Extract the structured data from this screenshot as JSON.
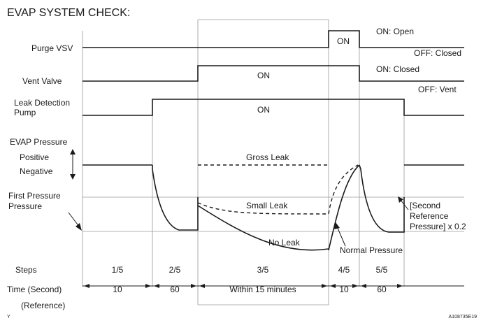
{
  "title": "EVAP SYSTEM CHECK:",
  "signals": {
    "purge_vsv": "Purge VSV",
    "vent_valve": "Vent Valve",
    "leak_pump_line1": "Leak Detection",
    "leak_pump_line2": "Pump",
    "evap_pressure": "EVAP Pressure",
    "positive": "Positive",
    "negative": "Negative",
    "first_pressure_line1": "First Pressure",
    "first_pressure_line2": "Pressure"
  },
  "states": {
    "on": "ON",
    "on_open": "ON: Open",
    "off_closed": "OFF: Closed",
    "on_closed": "ON: Closed",
    "off_vent": "OFF: Vent"
  },
  "curves": {
    "gross_leak": "Gross Leak",
    "small_leak": "Small Leak",
    "no_leak": "No Leak",
    "normal_pressure": "Normal Pressure",
    "second_ref_line1": "[Second",
    "second_ref_line2": "Reference",
    "second_ref_line3": "Pressure] x 0.2"
  },
  "steps": {
    "label": "Steps",
    "values": [
      "1/5",
      "2/5",
      "3/5",
      "4/5",
      "5/5"
    ]
  },
  "time": {
    "label": "Time (Second)",
    "sublabel": "(Reference)",
    "values": [
      "10",
      "60",
      "Within 15 minutes",
      "10",
      "60"
    ]
  },
  "footer": {
    "left_mark": "Y",
    "figure_code": "A108735E19"
  }
}
